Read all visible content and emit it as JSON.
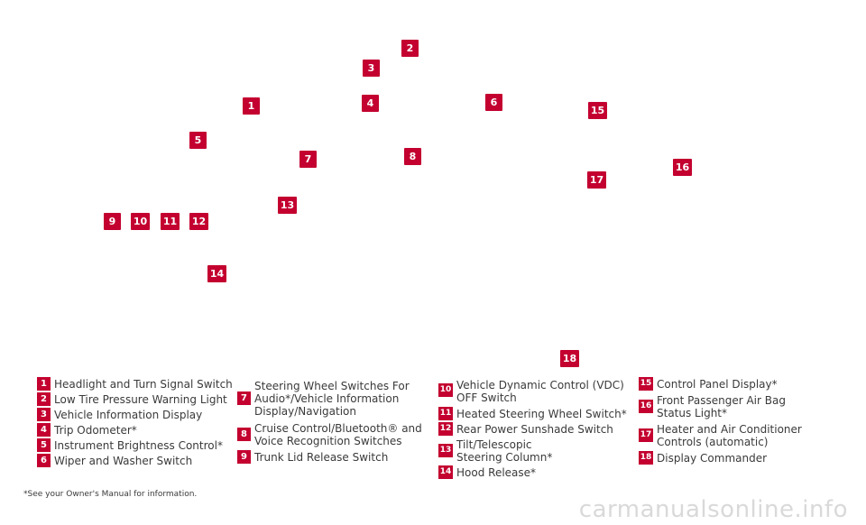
{
  "callouts": [
    "1",
    "2",
    "3",
    "4",
    "5",
    "6",
    "7",
    "8",
    "9",
    "10",
    "11",
    "12",
    "13",
    "14",
    "15",
    "16",
    "17",
    "18"
  ],
  "legend": [
    {
      "num": "1",
      "text": "Headlight and Turn Signal Switch"
    },
    {
      "num": "2",
      "text": "Low Tire Pressure Warning Light"
    },
    {
      "num": "3",
      "text": "Vehicle Information Display"
    },
    {
      "num": "4",
      "text": "Trip Odometer*"
    },
    {
      "num": "5",
      "text": "Instrument Brightness Control*"
    },
    {
      "num": "6",
      "text": "Wiper and Washer Switch"
    },
    {
      "num": "7",
      "text": "Steering Wheel Switches For Audio*/Vehicle Information Display/Navigation"
    },
    {
      "num": "8",
      "text": "Cruise Control/Bluetooth® and Voice Recognition Switches"
    },
    {
      "num": "9",
      "text": "Trunk Lid Release Switch"
    },
    {
      "num": "10",
      "text": "Vehicle Dynamic Control (VDC) OFF Switch"
    },
    {
      "num": "11",
      "text": "Heated Steering Wheel Switch*"
    },
    {
      "num": "12",
      "text": "Rear Power Sunshade Switch"
    },
    {
      "num": "13",
      "text": "Tilt/Telescopic Steering Column*"
    },
    {
      "num": "14",
      "text": "Hood Release*"
    },
    {
      "num": "15",
      "text": "Control Panel Display*"
    },
    {
      "num": "16",
      "text": "Front Passenger Air Bag Status Light*"
    },
    {
      "num": "17",
      "text": "Heater and Air Conditioner Controls (automatic)"
    },
    {
      "num": "18",
      "text": "Display Commander"
    }
  ],
  "legend_lines": {
    "l7a": "Steering Wheel Switches For",
    "l7b": "Audio*/Vehicle Information",
    "l7c": "Display/Navigation",
    "l8a": "Cruise Control/Bluetooth® and",
    "l8b": "Voice Recognition Switches",
    "l10a": "Vehicle Dynamic Control (VDC)",
    "l10b": "OFF Switch",
    "l13a": "Tilt/Telescopic",
    "l13b": "Steering Column*",
    "l16a": "Front Passenger Air Bag",
    "l16b": "Status Light*",
    "l17a": "Heater and Air Conditioner",
    "l17b": "Controls (automatic)"
  },
  "footnote": "*See your Owner's Manual for information.",
  "watermark": "carmanualsonline.info",
  "colors": {
    "accent": "#c3002f",
    "text": "#3a3a3a"
  }
}
